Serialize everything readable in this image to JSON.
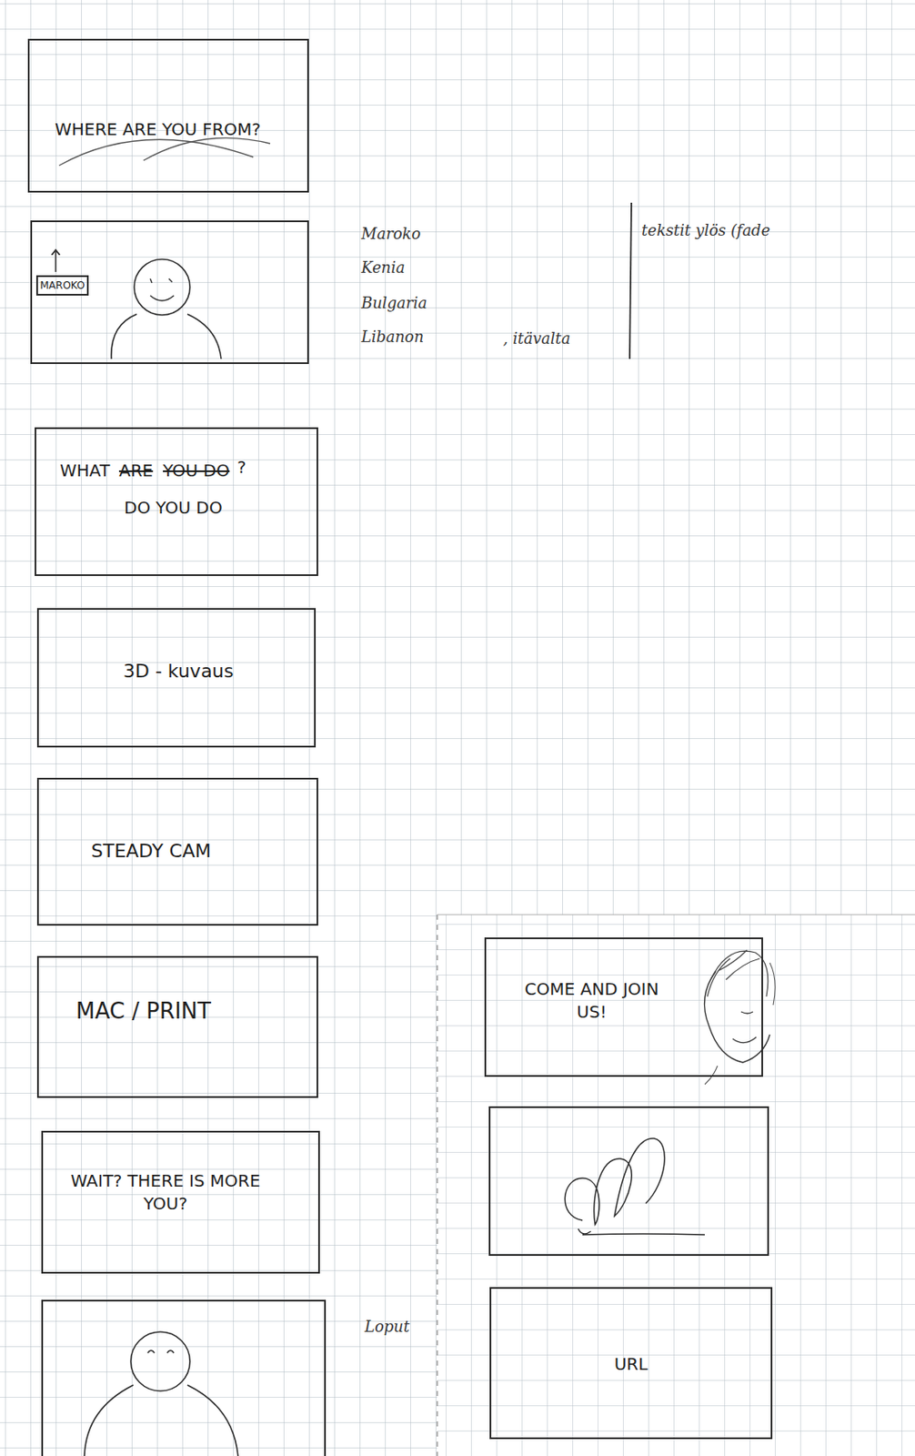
{
  "diagram": {
    "nodes": [
      {
        "text": [
          "WHERE ARE YOU FROM?"
        ]
      },
      {
        "text": []
      },
      {
        "text": [
          "MAROKO"
        ],
        "in": 1
      },
      {
        "text": [
          "WHAT",
          "ARE",
          "YOU DO",
          "?",
          "DO YOU DO"
        ]
      },
      {
        "text": [
          "3D - kuvaus"
        ]
      },
      {
        "text": [
          "STEADY CAM"
        ]
      },
      {
        "text": [
          "MAC / PRINT"
        ]
      },
      {
        "text": [
          "WAIT? THERE IS MORE YOU?"
        ]
      },
      {
        "text": [
          "COME AND JOIN US!"
        ]
      },
      {
        "text": [
          "URL"
        ]
      }
    ],
    "labels": [
      "Maroko",
      "Kenia",
      "Bulgaria",
      "Libanon",
      ", itävalta",
      "tekstit ylös (fade",
      "Loput"
    ]
  }
}
